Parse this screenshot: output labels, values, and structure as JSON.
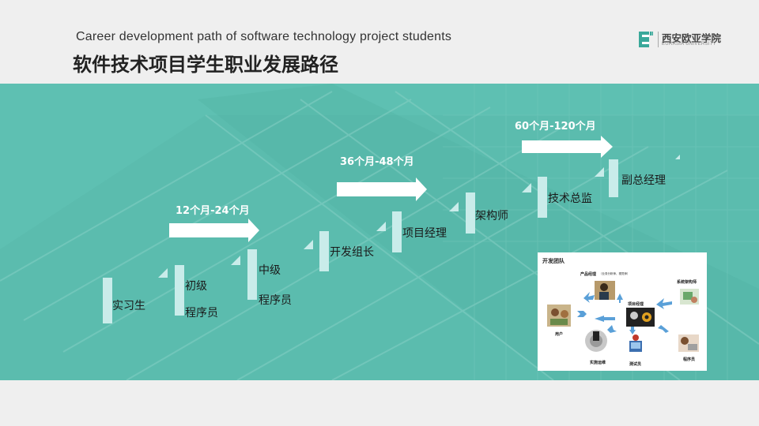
{
  "header": {
    "subtitle_en": "Career development path of software technology project students",
    "title_zh": "软件技术项目学生职业发展路径"
  },
  "logo": {
    "name_zh": "西安欧亚学院",
    "name_en": "EURASIA UNIVERSITY",
    "brand_color": "#3aa89a"
  },
  "steps": [
    {
      "lines": [
        "实习生"
      ]
    },
    {
      "lines": [
        "初级",
        "程序员"
      ]
    },
    {
      "lines": [
        "中级",
        "程序员"
      ]
    },
    {
      "lines": [
        "开发组长"
      ]
    },
    {
      "lines": [
        "项目经理"
      ]
    },
    {
      "lines": [
        "架构师"
      ]
    },
    {
      "lines": [
        "技术总监"
      ]
    },
    {
      "lines": [
        "副总经理"
      ]
    }
  ],
  "periods": [
    "12个月-24个月",
    "36个月-48个月",
    "60个月-120个月"
  ],
  "team": {
    "title": "开发团队",
    "roles": {
      "product_manager": "产品经理",
      "product_manager_note": "（业务分析师、视觉师）",
      "project_manager": "项目经理",
      "architect": "系统架构师",
      "user": "用户",
      "ops": "实施运维",
      "tester": "测试员",
      "programmer": "程序员"
    }
  },
  "colors": {
    "band": "#5ec0b2",
    "step_marker": "#c9ecea",
    "arrow": "#ffffff"
  }
}
